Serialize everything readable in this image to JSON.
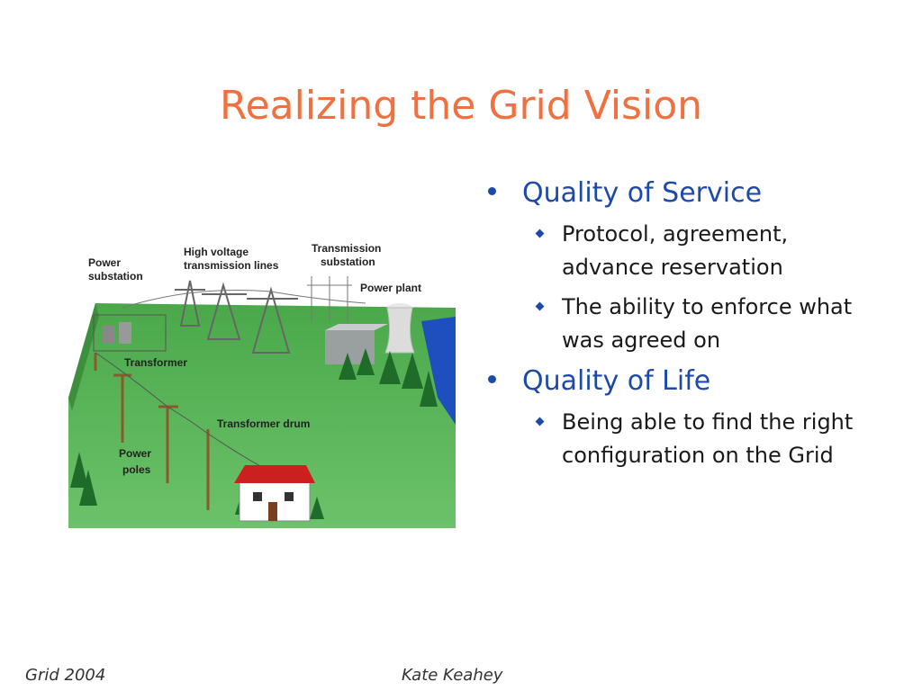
{
  "slide": {
    "title": "Realizing the Grid Vision"
  },
  "diagram": {
    "labels": {
      "power_substation": [
        "Power",
        "substation"
      ],
      "high_voltage": [
        "High voltage",
        "transmission lines"
      ],
      "transmission_substation": [
        "Transmission",
        "substation"
      ],
      "power_plant": "Power plant",
      "transformer": "Transformer",
      "transformer_drum": "Transformer drum",
      "power_poles": [
        "Power",
        "poles"
      ]
    }
  },
  "bullets": [
    {
      "text": "Quality of Service",
      "sub": [
        "Protocol, agreement, advance reservation",
        "The ability to enforce what was agreed on"
      ]
    },
    {
      "text": "Quality of Life",
      "sub": [
        "Being able to find the right configuration on the Grid"
      ]
    }
  ],
  "footer": {
    "left": "Grid 2004",
    "center": "Kate Keahey"
  },
  "colors": {
    "title": "#f07040",
    "bullet_level1": "#1d4aa8",
    "grass": "#4caf50",
    "water": "#1f4fbf"
  }
}
